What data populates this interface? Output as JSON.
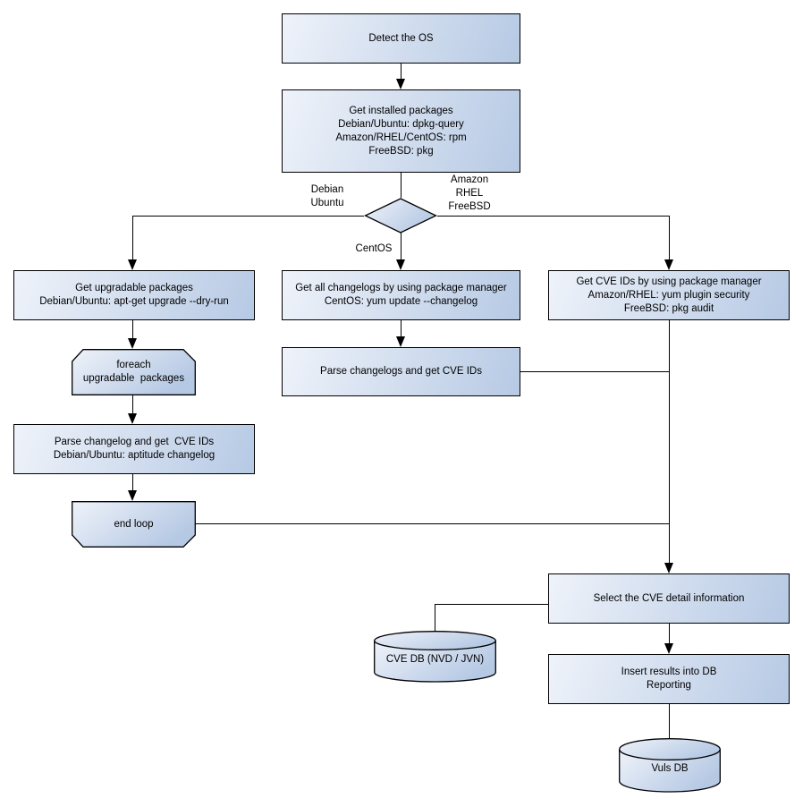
{
  "diagram": {
    "background": "#ffffff",
    "node_fill_light": "#eff3fa",
    "node_fill_dark": "#b6c9e4",
    "border_color": "#000000"
  },
  "nodes": {
    "detect_os": "Detect the OS",
    "get_installed_packages": [
      "Get installed packages",
      "Debian/Ubuntu: dpkg-query",
      "Amazon/RHEL/CentOS: rpm",
      "FreeBSD: pkg"
    ],
    "get_upgradable_packages": [
      "Get upgradable packages",
      "Debian/Ubuntu: apt-get upgrade --dry-run"
    ],
    "foreach_loop": [
      "foreach",
      "upgradable  packages"
    ],
    "parse_changelog_left": [
      "Parse changelog and get  CVE IDs",
      "Debian/Ubuntu: aptitude changelog"
    ],
    "end_loop": "end loop",
    "get_all_changelogs": [
      "Get all changelogs by using package manager",
      "CentOS: yum update --changelog"
    ],
    "parse_changelogs_mid": "Parse changelogs and get CVE IDs",
    "get_cve_ids": [
      "Get CVE IDs by using package manager",
      "Amazon/RHEL: yum plugin security",
      "FreeBSD: pkg audit"
    ],
    "select_cve_detail": "Select the CVE detail information",
    "cve_db": "CVE DB (NVD / JVN)",
    "insert_results": [
      "Insert results into DB",
      "Reporting"
    ],
    "vuls_db": "Vuls DB"
  },
  "edge_labels": {
    "debian_ubuntu": [
      "Debian",
      "Ubuntu"
    ],
    "amazon_rhel_freebsd": [
      "Amazon",
      "RHEL",
      "FreeBSD"
    ],
    "centos": "CentOS"
  }
}
